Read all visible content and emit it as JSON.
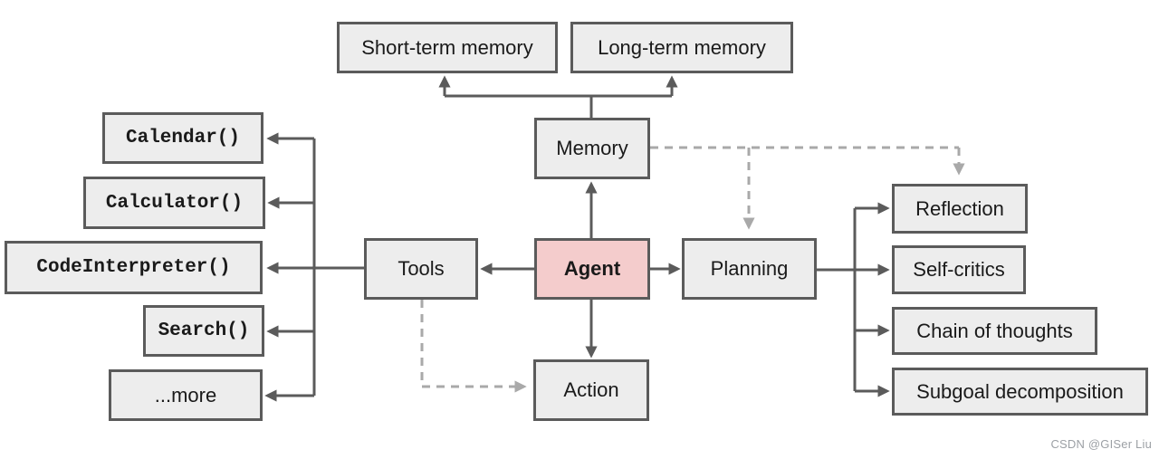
{
  "nodes": {
    "short_term_memory": "Short-term memory",
    "long_term_memory": "Long-term memory",
    "memory": "Memory",
    "agent": "Agent",
    "tools": "Tools",
    "planning": "Planning",
    "action": "Action",
    "calendar": "Calendar()",
    "calculator": "Calculator()",
    "code_interpreter": "CodeInterpreter()",
    "search": "Search()",
    "more": "...more",
    "reflection": "Reflection",
    "self_critics": "Self-critics",
    "chain_of_thoughts": "Chain of thoughts",
    "subgoal_decomposition": "Subgoal decomposition"
  },
  "edges": [
    {
      "from": "memory",
      "to": "short_term_memory",
      "style": "solid"
    },
    {
      "from": "memory",
      "to": "long_term_memory",
      "style": "solid"
    },
    {
      "from": "agent",
      "to": "memory",
      "style": "solid"
    },
    {
      "from": "agent",
      "to": "tools",
      "style": "solid"
    },
    {
      "from": "agent",
      "to": "planning",
      "style": "solid"
    },
    {
      "from": "agent",
      "to": "action",
      "style": "solid"
    },
    {
      "from": "tools",
      "to": "calendar",
      "style": "solid"
    },
    {
      "from": "tools",
      "to": "calculator",
      "style": "solid"
    },
    {
      "from": "tools",
      "to": "code_interpreter",
      "style": "solid"
    },
    {
      "from": "tools",
      "to": "search",
      "style": "solid"
    },
    {
      "from": "tools",
      "to": "more",
      "style": "solid"
    },
    {
      "from": "planning",
      "to": "reflection",
      "style": "solid"
    },
    {
      "from": "planning",
      "to": "self_critics",
      "style": "solid"
    },
    {
      "from": "planning",
      "to": "chain_of_thoughts",
      "style": "solid"
    },
    {
      "from": "planning",
      "to": "subgoal_decomposition",
      "style": "solid"
    },
    {
      "from": "memory",
      "to": "planning",
      "style": "dashed"
    },
    {
      "from": "memory",
      "to": "reflection",
      "style": "dashed"
    },
    {
      "from": "tools",
      "to": "action",
      "style": "dashed"
    }
  ],
  "watermark": "CSDN @GISer Liu",
  "colors": {
    "node_fill": "#ededed",
    "node_border": "#5b5b5b",
    "agent_fill": "#f4cccc",
    "solid_line": "#5b5b5b",
    "dashed_line": "#a9a9a9",
    "text": "#1a1a1a",
    "watermark_text": "#9ca0a5",
    "background": "#ffffff"
  }
}
